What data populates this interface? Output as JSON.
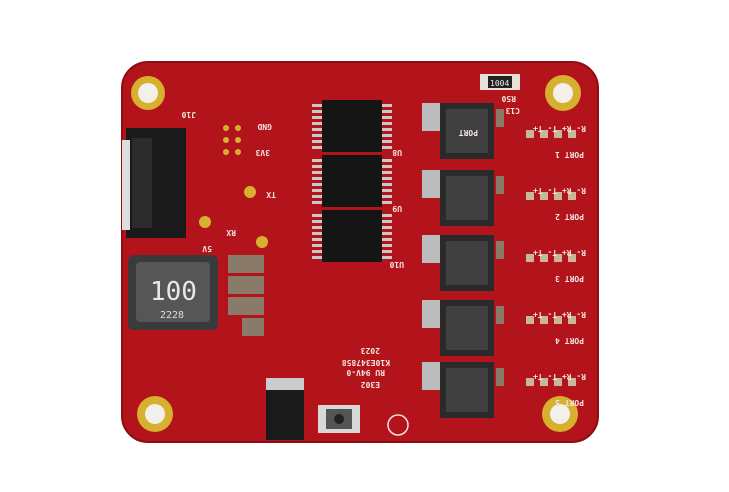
{
  "board": {
    "color": "#b3141c",
    "ports": [
      "PORT 1",
      "PORT 2",
      "PORT 3",
      "PORT 4",
      "PORT 5"
    ],
    "port_pins": "R- R+ T- T+",
    "resistor_marking": "1004",
    "inductor_marking": "100",
    "inductor_code": "2228",
    "year": "2023",
    "markings": [
      "RU 94V-0",
      "K10E347858",
      "E302"
    ],
    "labels": [
      "GND",
      "RX",
      "TX",
      "3V3",
      "5V",
      "J10",
      "U8",
      "U9",
      "U10",
      "R50",
      "C13",
      "PORT"
    ]
  }
}
